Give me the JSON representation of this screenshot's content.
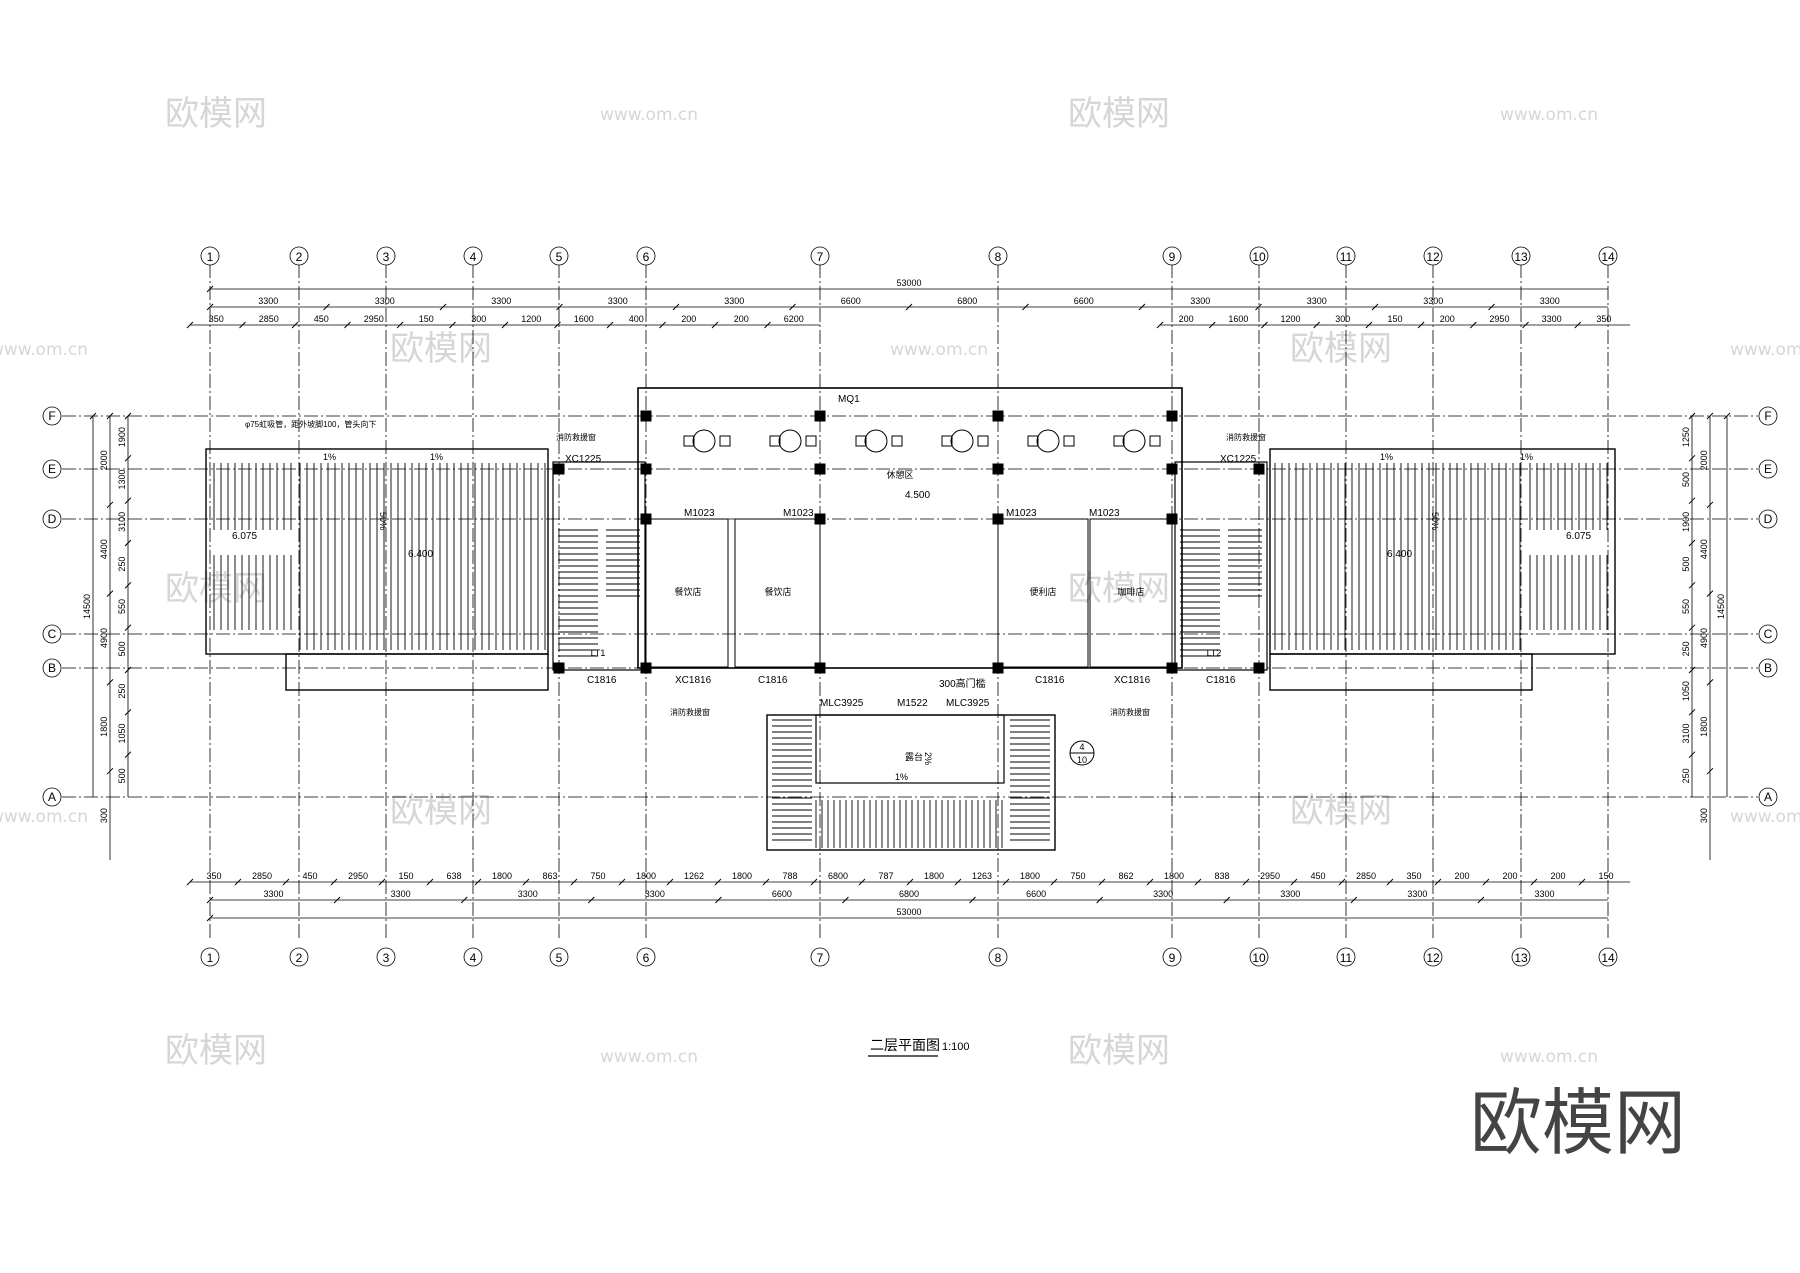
{
  "axes": [
    "1",
    "2",
    "3",
    "4",
    "5",
    "6",
    "7",
    "8",
    "9",
    "10",
    "11",
    "12",
    "13",
    "14"
  ],
  "rows": [
    "F",
    "E",
    "D",
    "C",
    "B",
    "A"
  ],
  "dims": {
    "overall": "53000",
    "top_row1": [
      "3300",
      "3300",
      "3300",
      "3300",
      "3300",
      "6600",
      "6800",
      "6600",
      "3300",
      "3300",
      "3300",
      "3300"
    ],
    "top_row2_left": [
      "350",
      "2850",
      "450",
      "2950",
      "150",
      "300",
      "1200",
      "1600",
      "400",
      "200",
      "200",
      "6200"
    ],
    "top_row2_right": [
      "200",
      "1600",
      "1200",
      "300",
      "150",
      "200",
      "2950",
      "3300",
      "350"
    ],
    "bot_row2": [
      "350",
      "2850",
      "450",
      "2950",
      "150",
      "638",
      "1800",
      "863",
      "750",
      "1800",
      "1262",
      "1800",
      "788",
      "6800",
      "787",
      "1800",
      "1263",
      "1800",
      "750",
      "862",
      "1800",
      "838",
      "2950",
      "450",
      "2850",
      "350",
      "200",
      "200",
      "200",
      "150"
    ],
    "bot_row1": [
      "3300",
      "3300",
      "3300",
      "3300",
      "6600",
      "6800",
      "6600",
      "3300",
      "3300",
      "3300",
      "3300"
    ],
    "left_outer": [
      "14500"
    ],
    "left_mid": [
      "2000",
      "4400",
      "4900",
      "1800",
      "300"
    ],
    "left_inner": [
      "1900",
      "1300",
      "3100",
      "250",
      "550",
      "500",
      "250",
      "1050",
      "500"
    ],
    "right_outer": [
      "14500"
    ],
    "right_mid": [
      "2000",
      "4400",
      "4900",
      "1800",
      "300"
    ],
    "right_inner": [
      "1250",
      "500",
      "1900",
      "500",
      "550",
      "250",
      "1050",
      "3100",
      "250"
    ]
  },
  "labels": {
    "mq1": "MQ1",
    "xc_left": "XC1225",
    "xc_right": "XC1225",
    "m1023": "M1023",
    "level": "4.500",
    "lt1": "LT1",
    "lt2": "LT2",
    "c1816": "C1816",
    "xc1816": "XC1816",
    "mlc3925": "MLC3925",
    "m1522": "M1522",
    "door_note": "300高门槛",
    "leisure": "休憩区",
    "restaurant1": "餐饮店",
    "restaurant2": "餐饮店",
    "shop": "便利店",
    "cafe": "咖啡店",
    "terrace": "露台",
    "fire_window": "消防救援窗",
    "elev_left": "6.075",
    "elev_mid_left": "6.400",
    "elev_mid_right": "6.400",
    "elev_right": "6.075",
    "slope_50": "50%",
    "slope_1": "1%",
    "slope_2": "2%",
    "gutter_note": "φ75虹吸管，距外坡脚100，管头向下",
    "detail_num": "4",
    "detail_sheet": "10"
  },
  "title": {
    "name": "二层平面图",
    "scale": "1:100"
  },
  "watermark": {
    "cn": "欧模网",
    "url": "www.om.cn",
    "corner": "欧模网"
  }
}
